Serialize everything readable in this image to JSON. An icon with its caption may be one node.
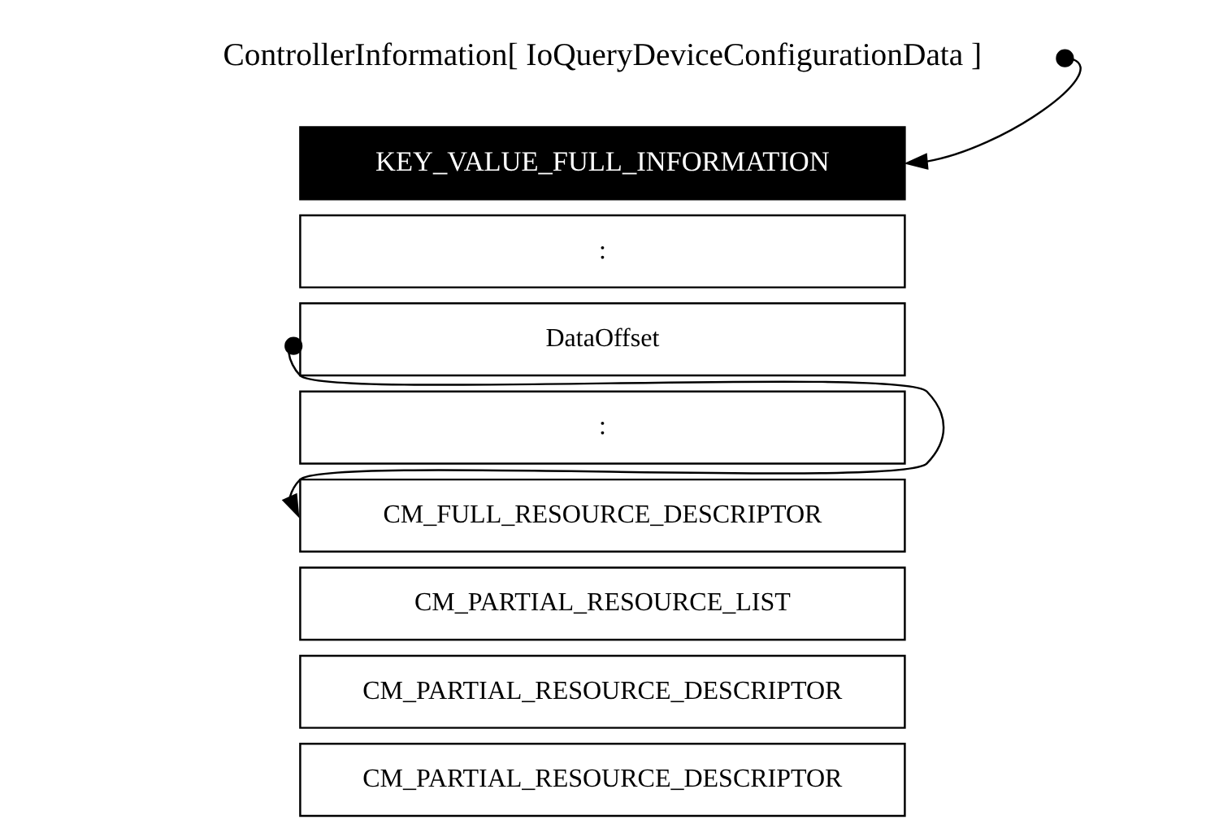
{
  "diagram": {
    "nodes": [
      {
        "text": [
          "ControllerInformation[ IoQueryDeviceConfigurationData ]"
        ]
      },
      {
        "text": [
          "KEY_VALUE_FULL_INFORMATION"
        ]
      },
      {
        "text": [
          ":"
        ]
      },
      {
        "text": [
          "DataOffset"
        ]
      },
      {
        "text": [
          ":"
        ]
      },
      {
        "text": [
          "CM_FULL_RESOURCE_DESCRIPTOR"
        ]
      },
      {
        "text": [
          "CM_PARTIAL_RESOURCE_LIST"
        ]
      },
      {
        "text": [
          "CM_PARTIAL_RESOURCE_DESCRIPTOR"
        ]
      },
      {
        "text": [
          "CM_PARTIAL_RESOURCE_DESCRIPTOR"
        ]
      }
    ],
    "edges": [
      {
        "from": 0,
        "to": 1,
        "arrow": "to"
      },
      {
        "from": 3,
        "to": 5,
        "arrow": "to"
      }
    ]
  }
}
